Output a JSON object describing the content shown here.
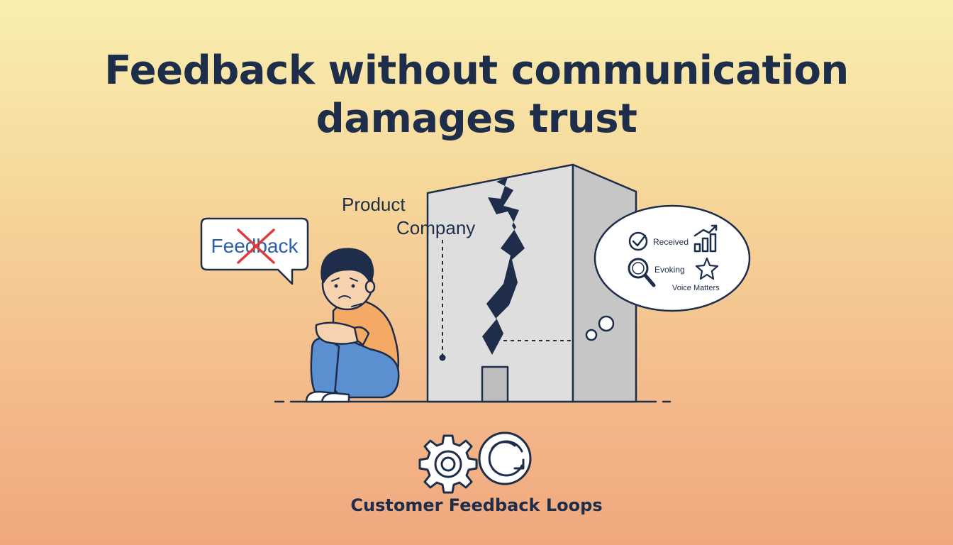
{
  "title": {
    "line1": "Feedback without communication",
    "line2": "damages trust"
  },
  "speech_bubble": {
    "text": "Feedback"
  },
  "building": {
    "label_line1": "Product",
    "label_line2": "Company"
  },
  "thought_bubble": {
    "item1": "Received",
    "item2": "Evoking",
    "item3": "Voice Matters"
  },
  "footer": {
    "label": "Customer Feedback Loops"
  },
  "colors": {
    "navy": "#1e2d4a",
    "shirt": "#f4a965",
    "jeans": "#5b8fd0",
    "building_front": "#dcdcdc",
    "building_side": "#c4c4c4",
    "cross_red": "#e03a3a",
    "feedback_blue": "#2d5ea8"
  },
  "icons": [
    "check-circle-icon",
    "bar-chart-up-icon",
    "magnifier-icon",
    "star-icon",
    "gear-icon",
    "refresh-cycle-icon",
    "crack-icon",
    "sad-person-icon"
  ]
}
